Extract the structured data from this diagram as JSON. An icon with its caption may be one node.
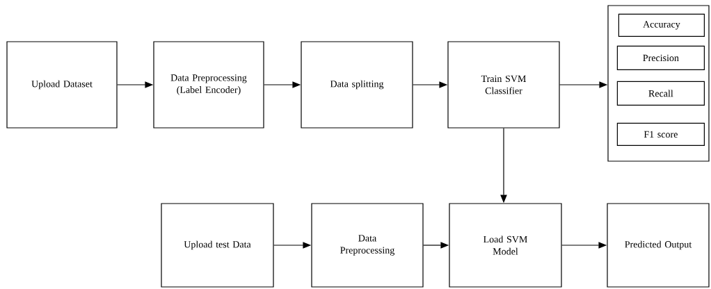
{
  "diagram": {
    "nodes": [
      {
        "text": [
          "Upload Dataset"
        ]
      },
      {
        "text": [
          "Data Preprocessing (Label Encoder)"
        ]
      },
      {
        "text": [
          "Data splitting"
        ]
      },
      {
        "text": [
          "Train SVM Classifier"
        ]
      },
      {
        "text": [],
        "shape": "box"
      },
      {
        "text": [
          "Accuracy"
        ],
        "in": 4
      },
      {
        "text": [
          "Precision"
        ],
        "in": 4
      },
      {
        "text": [
          "Recall"
        ],
        "in": 4
      },
      {
        "text": [
          "F1 score"
        ],
        "in": 4
      },
      {
        "text": [
          "Upload test Data"
        ]
      },
      {
        "text": [
          "Data Preprocessing"
        ]
      },
      {
        "text": [
          "Load SVM Model"
        ]
      },
      {
        "text": [
          "Predicted Output"
        ]
      }
    ],
    "edges": [
      {
        "from": 0,
        "to": 1,
        "arrow": "to"
      },
      {
        "from": 1,
        "to": 2,
        "arrow": "to"
      },
      {
        "from": 2,
        "to": 3,
        "arrow": "to"
      },
      {
        "from": 3,
        "to": 4,
        "arrow": "to"
      },
      {
        "from": 3,
        "to": 11,
        "arrow": "to"
      },
      {
        "from": 9,
        "to": 10,
        "arrow": "to"
      },
      {
        "from": 10,
        "to": 11,
        "arrow": "to"
      },
      {
        "from": 11,
        "to": 12,
        "arrow": "to"
      }
    ]
  }
}
